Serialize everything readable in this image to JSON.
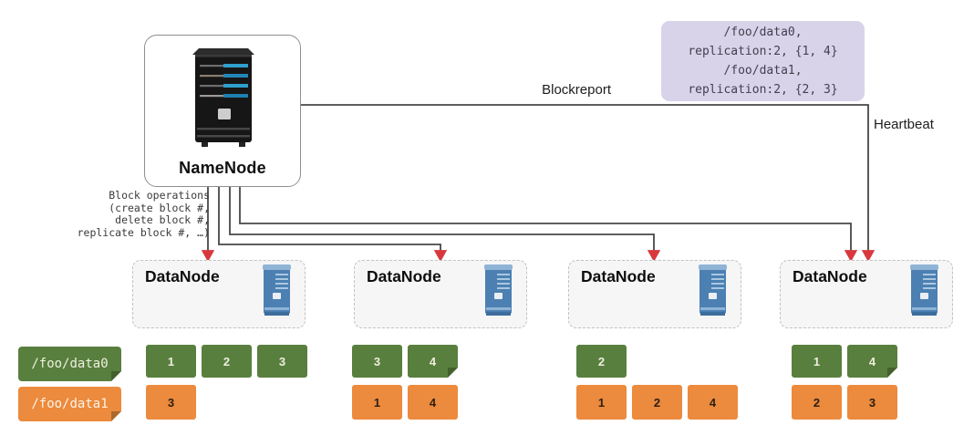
{
  "namenode": {
    "label": "NameNode"
  },
  "metadata_note": {
    "lines": [
      "/foo/data0,",
      "replication:2, {1, 4}",
      "/foo/data1,",
      "replication:2, {2, 3}"
    ]
  },
  "connections": {
    "blockreport_label": "Blockreport",
    "heartbeat_label": "Heartbeat"
  },
  "block_operations": {
    "lines": [
      "Block operations",
      "(create block #,",
      "delete block #,",
      "replicate block #, …)"
    ]
  },
  "files": [
    {
      "name": "/foo/data0"
    },
    {
      "name": "/foo/data1"
    }
  ],
  "datanodes": [
    {
      "label": "DataNode",
      "data0_blocks": [
        {
          "n": "1"
        },
        {
          "n": "2"
        },
        {
          "n": "3"
        }
      ],
      "data1_blocks": [
        {
          "n": "3"
        }
      ]
    },
    {
      "label": "DataNode",
      "data0_blocks": [
        {
          "n": "3"
        },
        {
          "n": "4",
          "folded": true
        }
      ],
      "data1_blocks": [
        {
          "n": "1"
        },
        {
          "n": "4"
        }
      ]
    },
    {
      "label": "DataNode",
      "data0_blocks": [
        {
          "n": "2"
        }
      ],
      "data1_blocks": [
        {
          "n": "1"
        },
        {
          "n": "2"
        },
        {
          "n": "4"
        }
      ]
    },
    {
      "label": "DataNode",
      "data0_blocks": [
        {
          "n": "1"
        },
        {
          "n": "4",
          "folded": true
        }
      ],
      "data1_blocks": [
        {
          "n": "2"
        },
        {
          "n": "3"
        }
      ]
    }
  ],
  "colors": {
    "file0_green": "#587f3e",
    "file1_orange": "#ec8a3d",
    "line": "#474747",
    "arrow_red": "#d8383d",
    "note_bg": "#d9d3ea",
    "note_text": "#43404d",
    "datanode_bg": "#f6f6f6",
    "datanode_border": "#c2c2c2"
  }
}
